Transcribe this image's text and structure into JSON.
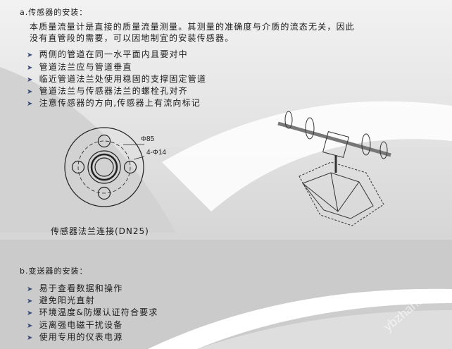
{
  "section_a": {
    "heading": "a.传感器的安装：",
    "paragraph": [
      "本质量流量计是直接的质量流量测量。其测量的准确度与介质的流态无关，因此",
      "没有直管段的需要，可以因地制宜的安装传感器。"
    ],
    "bullets": [
      "两侧的管道在同一水平面内且要对中",
      "管道法兰应与管道垂直",
      "临近管道法兰处使用稳固的支撑固定管道",
      "管道法兰与传感器法兰的螺栓孔对齐",
      "注意传感器的方向,传感器上有流向标记"
    ]
  },
  "flange": {
    "dim_outer": "Φ85",
    "dim_holes": "4-Φ14",
    "caption": "传感器法兰连接(DN25)"
  },
  "section_b": {
    "heading": "b.变送器的安装：",
    "bullets": [
      "易于查看数据和操作",
      "避免阳光直射",
      "环境温度&防爆认证符合要求",
      "远离强电磁干扰设备",
      "使用专用的仪表电源"
    ]
  },
  "bullet_icon": "arrowhead-right-icon",
  "watermark": "ybzhan.cn",
  "colors": {
    "bullet": "#3b4a78",
    "background": "#cfcfcf"
  }
}
